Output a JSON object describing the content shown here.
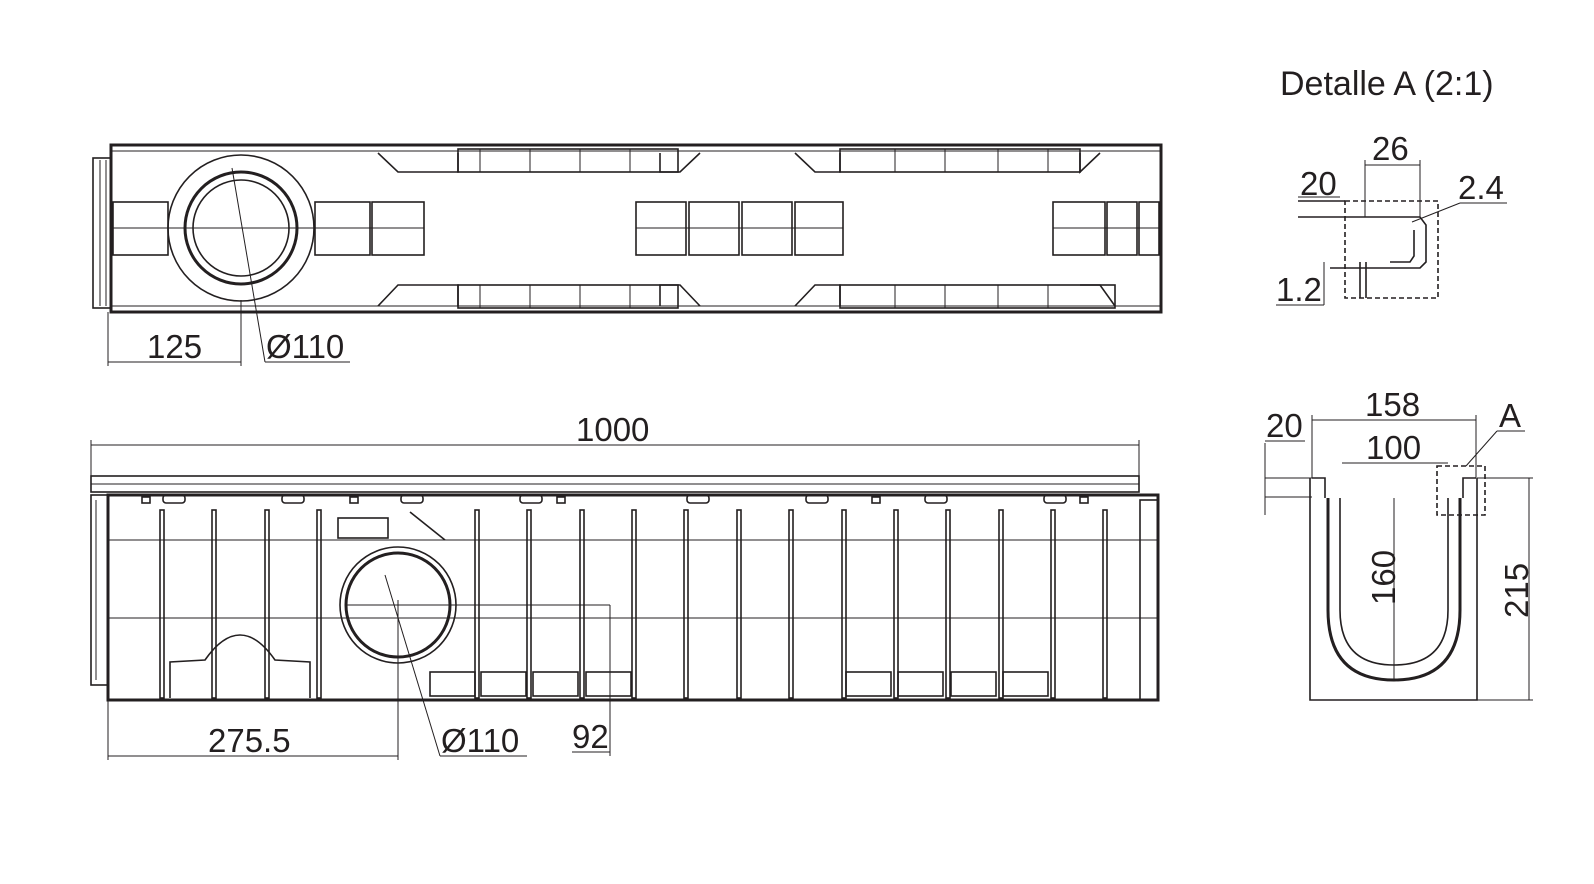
{
  "detail_title": "Detalle A (2:1)",
  "plan_view": {
    "dim_offset": "125",
    "dim_pipe": "Ø110"
  },
  "side_view": {
    "dim_length": "1000",
    "dim_offset": "275.5",
    "dim_pipe": "Ø110",
    "dim_height": "92"
  },
  "detail_a": {
    "dim_top": "26",
    "dim_left": "20",
    "dim_right": "2.4",
    "dim_bottom": "1.2"
  },
  "section_view": {
    "dim_outer_width": "158",
    "dim_inner_width": "100",
    "dim_flange": "20",
    "dim_depth": "160",
    "dim_height": "215",
    "detail_label": "A"
  }
}
